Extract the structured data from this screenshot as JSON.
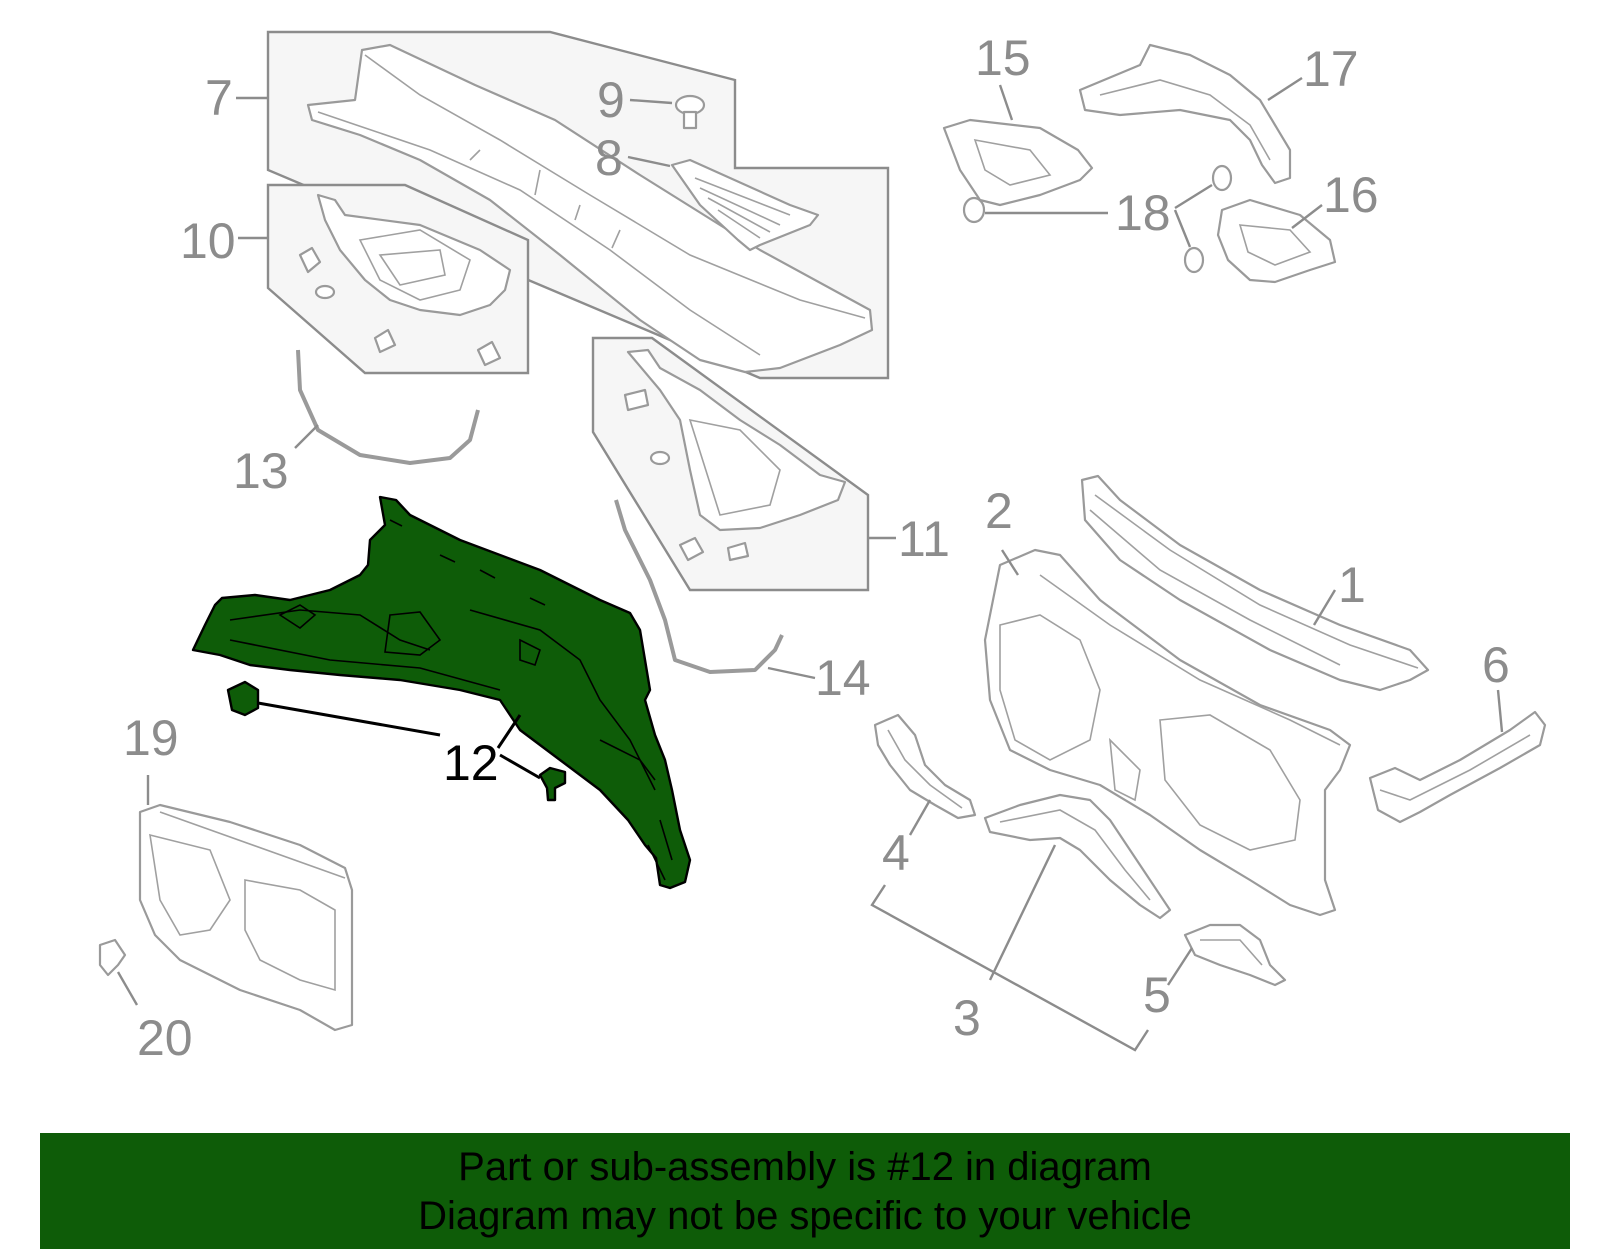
{
  "callouts": {
    "c1": "1",
    "c2": "2",
    "c3": "3",
    "c4": "4",
    "c5": "5",
    "c6": "6",
    "c7": "7",
    "c8": "8",
    "c9": "9",
    "c10": "10",
    "c11": "11",
    "c12": "12",
    "c13": "13",
    "c14": "14",
    "c15": "15",
    "c16": "16",
    "c17": "17",
    "c18": "18",
    "c19": "19",
    "c20": "20"
  },
  "highlighted_part": "12",
  "footer": {
    "line1": "Part or sub-assembly is #12 in diagram",
    "line2": "Diagram may not be specific to your vehicle"
  },
  "colors": {
    "highlight_fill": "#0e5c08",
    "footer_background": "#0e5c08",
    "callout_text": "#8c8c8c",
    "box_background": "#f6f6f6"
  }
}
